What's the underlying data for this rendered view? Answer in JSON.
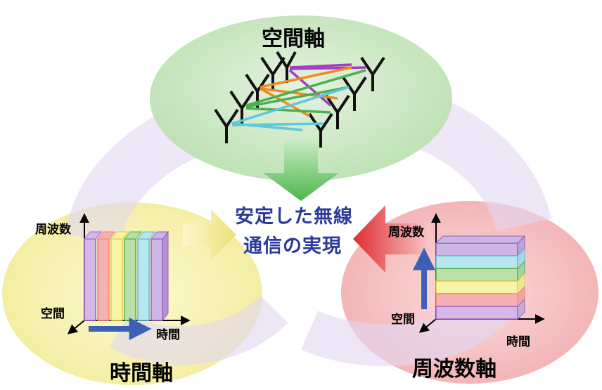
{
  "labels": {
    "space_axis": "空間軸",
    "time_axis": "時間軸",
    "freq_axis": "周波数軸",
    "center_line1": "安定した無線",
    "center_line2": "通信の実現"
  },
  "left_block": {
    "y_label": "周波数",
    "z_label": "空間",
    "x_label": "時間"
  },
  "right_block": {
    "y_label": "周波数",
    "z_label": "空間",
    "x_label": "時間"
  },
  "colors": {
    "space_ellipse": "#c9e8c0",
    "time_ellipse": "#f7f3b0",
    "freq_ellipse": "#f7c1c2",
    "ring": "#e6dcf2",
    "center_text": "#2a3a9c",
    "blue_arrow": "#3d5fb5",
    "green_arrow": "#5cbf5e",
    "yellow_arrow": "#f0e070",
    "red_arrow": "#e83a3a"
  },
  "slices": [
    {
      "name": "purple",
      "color": "#d4b8e8"
    },
    {
      "name": "pink",
      "color": "#f5b0b6"
    },
    {
      "name": "yellow",
      "color": "#f8f3a6"
    },
    {
      "name": "green",
      "color": "#b9e0a7"
    },
    {
      "name": "cyan",
      "color": "#b7e6ee"
    },
    {
      "name": "violet",
      "color": "#cdb6e6"
    }
  ],
  "slice_edges": [
    "#a55fc4",
    "#f08a60",
    "#e8c93a",
    "#4fae4b",
    "#5fb9d2",
    "#9060b8"
  ],
  "beam_colors": [
    "#a33fc4",
    "#f08a20",
    "#4caf50",
    "#5dc8dc"
  ],
  "icons": [
    "antenna-icon"
  ]
}
